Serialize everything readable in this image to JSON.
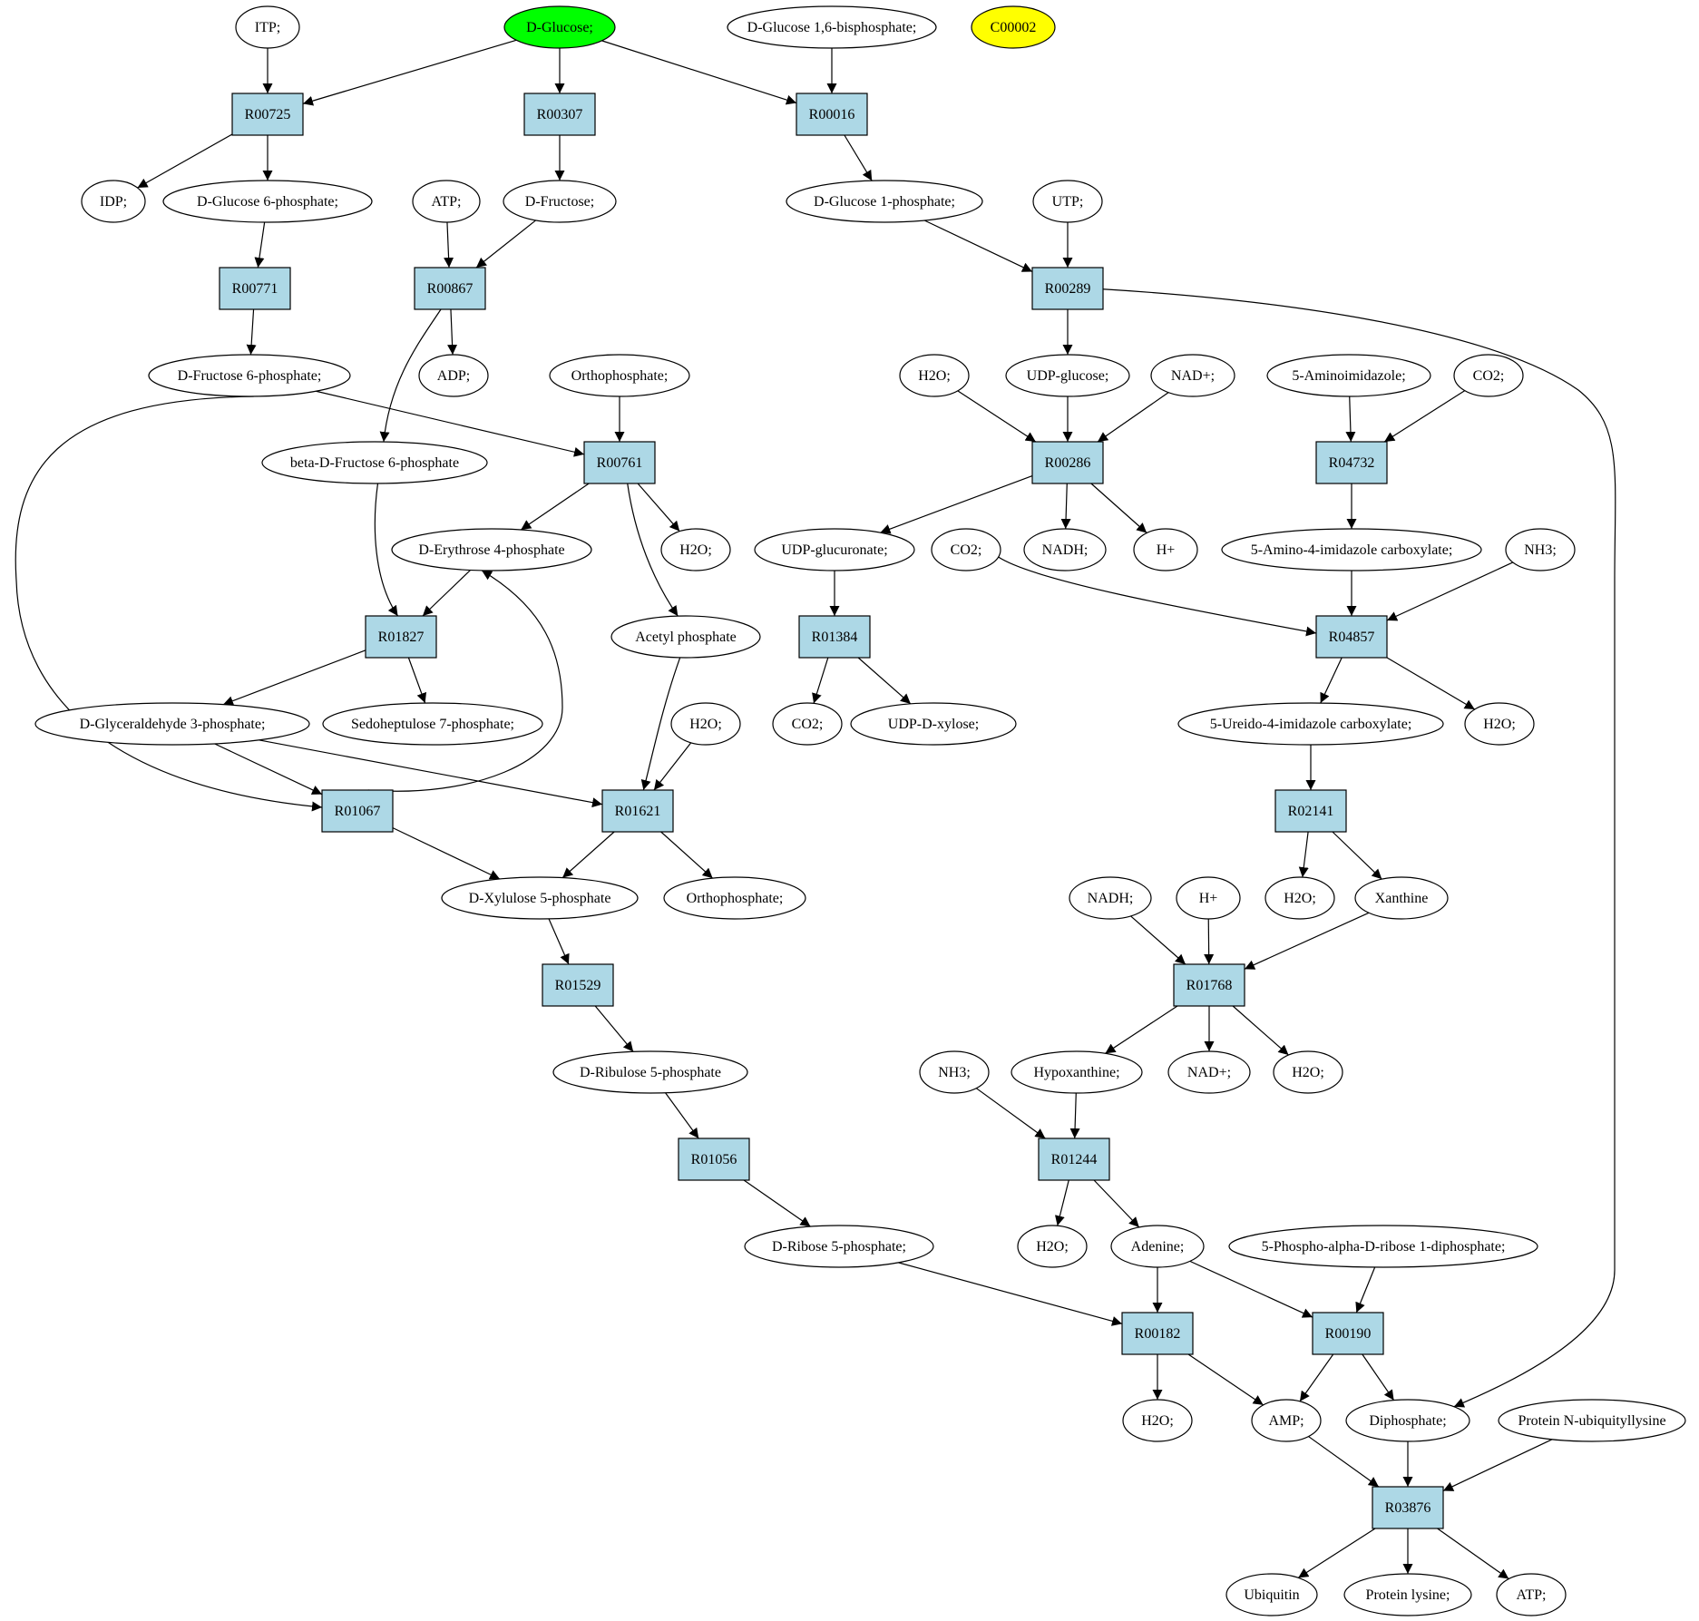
{
  "colors": {
    "reaction_fill": "#add8e6",
    "highlight_green": "#00ff00",
    "highlight_yellow": "#ffff00",
    "compound_fill": "#ffffff",
    "stroke": "#000000"
  },
  "compounds": {
    "itp": "ITP;",
    "dglucose": "D-Glucose;",
    "dg16bp": "D-Glucose 1,6-bisphosphate;",
    "c00002": "C00002",
    "idp": "IDP;",
    "dg6p": "D-Glucose 6-phosphate;",
    "atp1": "ATP;",
    "dfructose": "D-Fructose;",
    "dg1p": "D-Glucose 1-phosphate;",
    "utp": "UTP;",
    "df6p": "D-Fructose 6-phosphate;",
    "adp": "ADP;",
    "orthophosphate1": "Orthophosphate;",
    "h2o_1": "H2O;",
    "udpglucose": "UDP-glucose;",
    "nad1": "NAD+;",
    "aminoimidazole": "5-Aminoimidazole;",
    "co2_1": "CO2;",
    "bdf6p": "beta-D-Fructose 6-phosphate",
    "de4p": "D-Erythrose 4-phosphate",
    "h2o_2": "H2O;",
    "udpglucuronate": "UDP-glucuronate;",
    "co2_2": "CO2;",
    "nadh1": "NADH;",
    "hplus1": "H+",
    "aicarboxylate": "5-Amino-4-imidazole carboxylate;",
    "nh3_1": "NH3;",
    "acetylphosphate": "Acetyl phosphate",
    "dga3p": "D-Glyceraldehyde 3-phosphate;",
    "s7p": "Sedoheptulose 7-phosphate;",
    "h2o_3": "H2O;",
    "co2_3": "CO2;",
    "udpxylose": "UDP-D-xylose;",
    "ureido": "5-Ureido-4-imidazole carboxylate;",
    "h2o_4": "H2O;",
    "dx5p": "D-Xylulose 5-phosphate",
    "orthophosphate2": "Orthophosphate;",
    "nadh2": "NADH;",
    "hplus2": "H+",
    "h2o_5": "H2O;",
    "xanthine": "Xanthine",
    "dr5p_l": "D-Ribulose 5-phosphate",
    "nh3_2": "NH3;",
    "hypoxanthine": "Hypoxanthine;",
    "nad2": "NAD+;",
    "h2o_6": "H2O;",
    "dr5p": "D-Ribose 5-phosphate;",
    "h2o_7": "H2O;",
    "adenine": "Adenine;",
    "prpp": "5-Phospho-alpha-D-ribose 1-diphosphate;",
    "h2o_8": "H2O;",
    "amp": "AMP;",
    "diphosphate": "Diphosphate;",
    "pnub": "Protein N-ubiquityllysine",
    "ubiquitin": "Ubiquitin",
    "proteinlysine": "Protein lysine;",
    "atp2": "ATP;"
  },
  "reactions": {
    "r00725": "R00725",
    "r00307": "R00307",
    "r00016": "R00016",
    "r00771": "R00771",
    "r00867": "R00867",
    "r00289": "R00289",
    "r00761": "R00761",
    "r00286": "R00286",
    "r04732": "R04732",
    "r01827": "R01827",
    "r01384": "R01384",
    "r04857": "R04857",
    "r01067": "R01067",
    "r01621": "R01621",
    "r02141": "R02141",
    "r01529": "R01529",
    "r01768": "R01768",
    "r01056": "R01056",
    "r01244": "R01244",
    "r00182": "R00182",
    "r00190": "R00190",
    "r03876": "R03876"
  },
  "edges": [
    [
      "itp",
      "r00725"
    ],
    [
      "dglucose",
      "r00725"
    ],
    [
      "dglucose",
      "r00307"
    ],
    [
      "dglucose",
      "r00016"
    ],
    [
      "dg16bp",
      "r00016"
    ],
    [
      "r00725",
      "idp"
    ],
    [
      "r00725",
      "dg6p"
    ],
    [
      "r00307",
      "dfructose"
    ],
    [
      "r00016",
      "dg1p"
    ],
    [
      "dg6p",
      "r00771"
    ],
    [
      "atp1",
      "r00867"
    ],
    [
      "dfructose",
      "r00867"
    ],
    [
      "dg1p",
      "r00289"
    ],
    [
      "utp",
      "r00289"
    ],
    [
      "r00771",
      "df6p"
    ],
    [
      "r00867",
      "adp"
    ],
    [
      "r00867",
      "bdf6p"
    ],
    [
      "r00289",
      "udpglucose"
    ],
    [
      "r00289",
      "diphosphate"
    ],
    [
      "df6p",
      "r00761"
    ],
    [
      "orthophosphate1",
      "r00761"
    ],
    [
      "h2o_1",
      "r00286"
    ],
    [
      "udpglucose",
      "r00286"
    ],
    [
      "nad1",
      "r00286"
    ],
    [
      "aminoimidazole",
      "r04732"
    ],
    [
      "co2_1",
      "r04732"
    ],
    [
      "r00761",
      "de4p"
    ],
    [
      "r00761",
      "h2o_2"
    ],
    [
      "r00761",
      "acetylphosphate"
    ],
    [
      "r00286",
      "udpglucuronate"
    ],
    [
      "r00286",
      "nadh1"
    ],
    [
      "r00286",
      "hplus1"
    ],
    [
      "r04732",
      "aicarboxylate"
    ],
    [
      "bdf6p",
      "r01827"
    ],
    [
      "de4p",
      "r01827"
    ],
    [
      "udpglucuronate",
      "r01384"
    ],
    [
      "co2_2",
      "r04857"
    ],
    [
      "aicarboxylate",
      "r04857"
    ],
    [
      "nh3_1",
      "r04857"
    ],
    [
      "r01827",
      "dga3p"
    ],
    [
      "r01827",
      "s7p"
    ],
    [
      "r01384",
      "co2_3"
    ],
    [
      "r01384",
      "udpxylose"
    ],
    [
      "r04857",
      "ureido"
    ],
    [
      "r04857",
      "h2o_4"
    ],
    [
      "dga3p",
      "r01067"
    ],
    [
      "df6p",
      "r01067"
    ],
    [
      "r01067",
      "de4p"
    ],
    [
      "dga3p",
      "r01621"
    ],
    [
      "acetylphosphate",
      "r01621"
    ],
    [
      "h2o_3",
      "r01621"
    ],
    [
      "ureido",
      "r02141"
    ],
    [
      "r01067",
      "dx5p"
    ],
    [
      "r01621",
      "dx5p"
    ],
    [
      "r01621",
      "orthophosphate2"
    ],
    [
      "r02141",
      "h2o_5"
    ],
    [
      "r02141",
      "xanthine"
    ],
    [
      "dx5p",
      "r01529"
    ],
    [
      "nadh2",
      "r01768"
    ],
    [
      "hplus2",
      "r01768"
    ],
    [
      "xanthine",
      "r01768"
    ],
    [
      "r01529",
      "dr5p_l"
    ],
    [
      "r01768",
      "hypoxanthine"
    ],
    [
      "r01768",
      "nad2"
    ],
    [
      "r01768",
      "h2o_6"
    ],
    [
      "dr5p_l",
      "r01056"
    ],
    [
      "nh3_2",
      "r01244"
    ],
    [
      "hypoxanthine",
      "r01244"
    ],
    [
      "r01056",
      "dr5p"
    ],
    [
      "r01244",
      "h2o_7"
    ],
    [
      "r01244",
      "adenine"
    ],
    [
      "dr5p",
      "r00182"
    ],
    [
      "adenine",
      "r00182"
    ],
    [
      "adenine",
      "r00190"
    ],
    [
      "prpp",
      "r00190"
    ],
    [
      "r00182",
      "h2o_8"
    ],
    [
      "r00182",
      "amp"
    ],
    [
      "r00190",
      "amp"
    ],
    [
      "r00190",
      "diphosphate"
    ],
    [
      "amp",
      "r03876"
    ],
    [
      "diphosphate",
      "r03876"
    ],
    [
      "pnub",
      "r03876"
    ],
    [
      "r03876",
      "ubiquitin"
    ],
    [
      "r03876",
      "proteinlysine"
    ],
    [
      "r03876",
      "atp2"
    ]
  ]
}
